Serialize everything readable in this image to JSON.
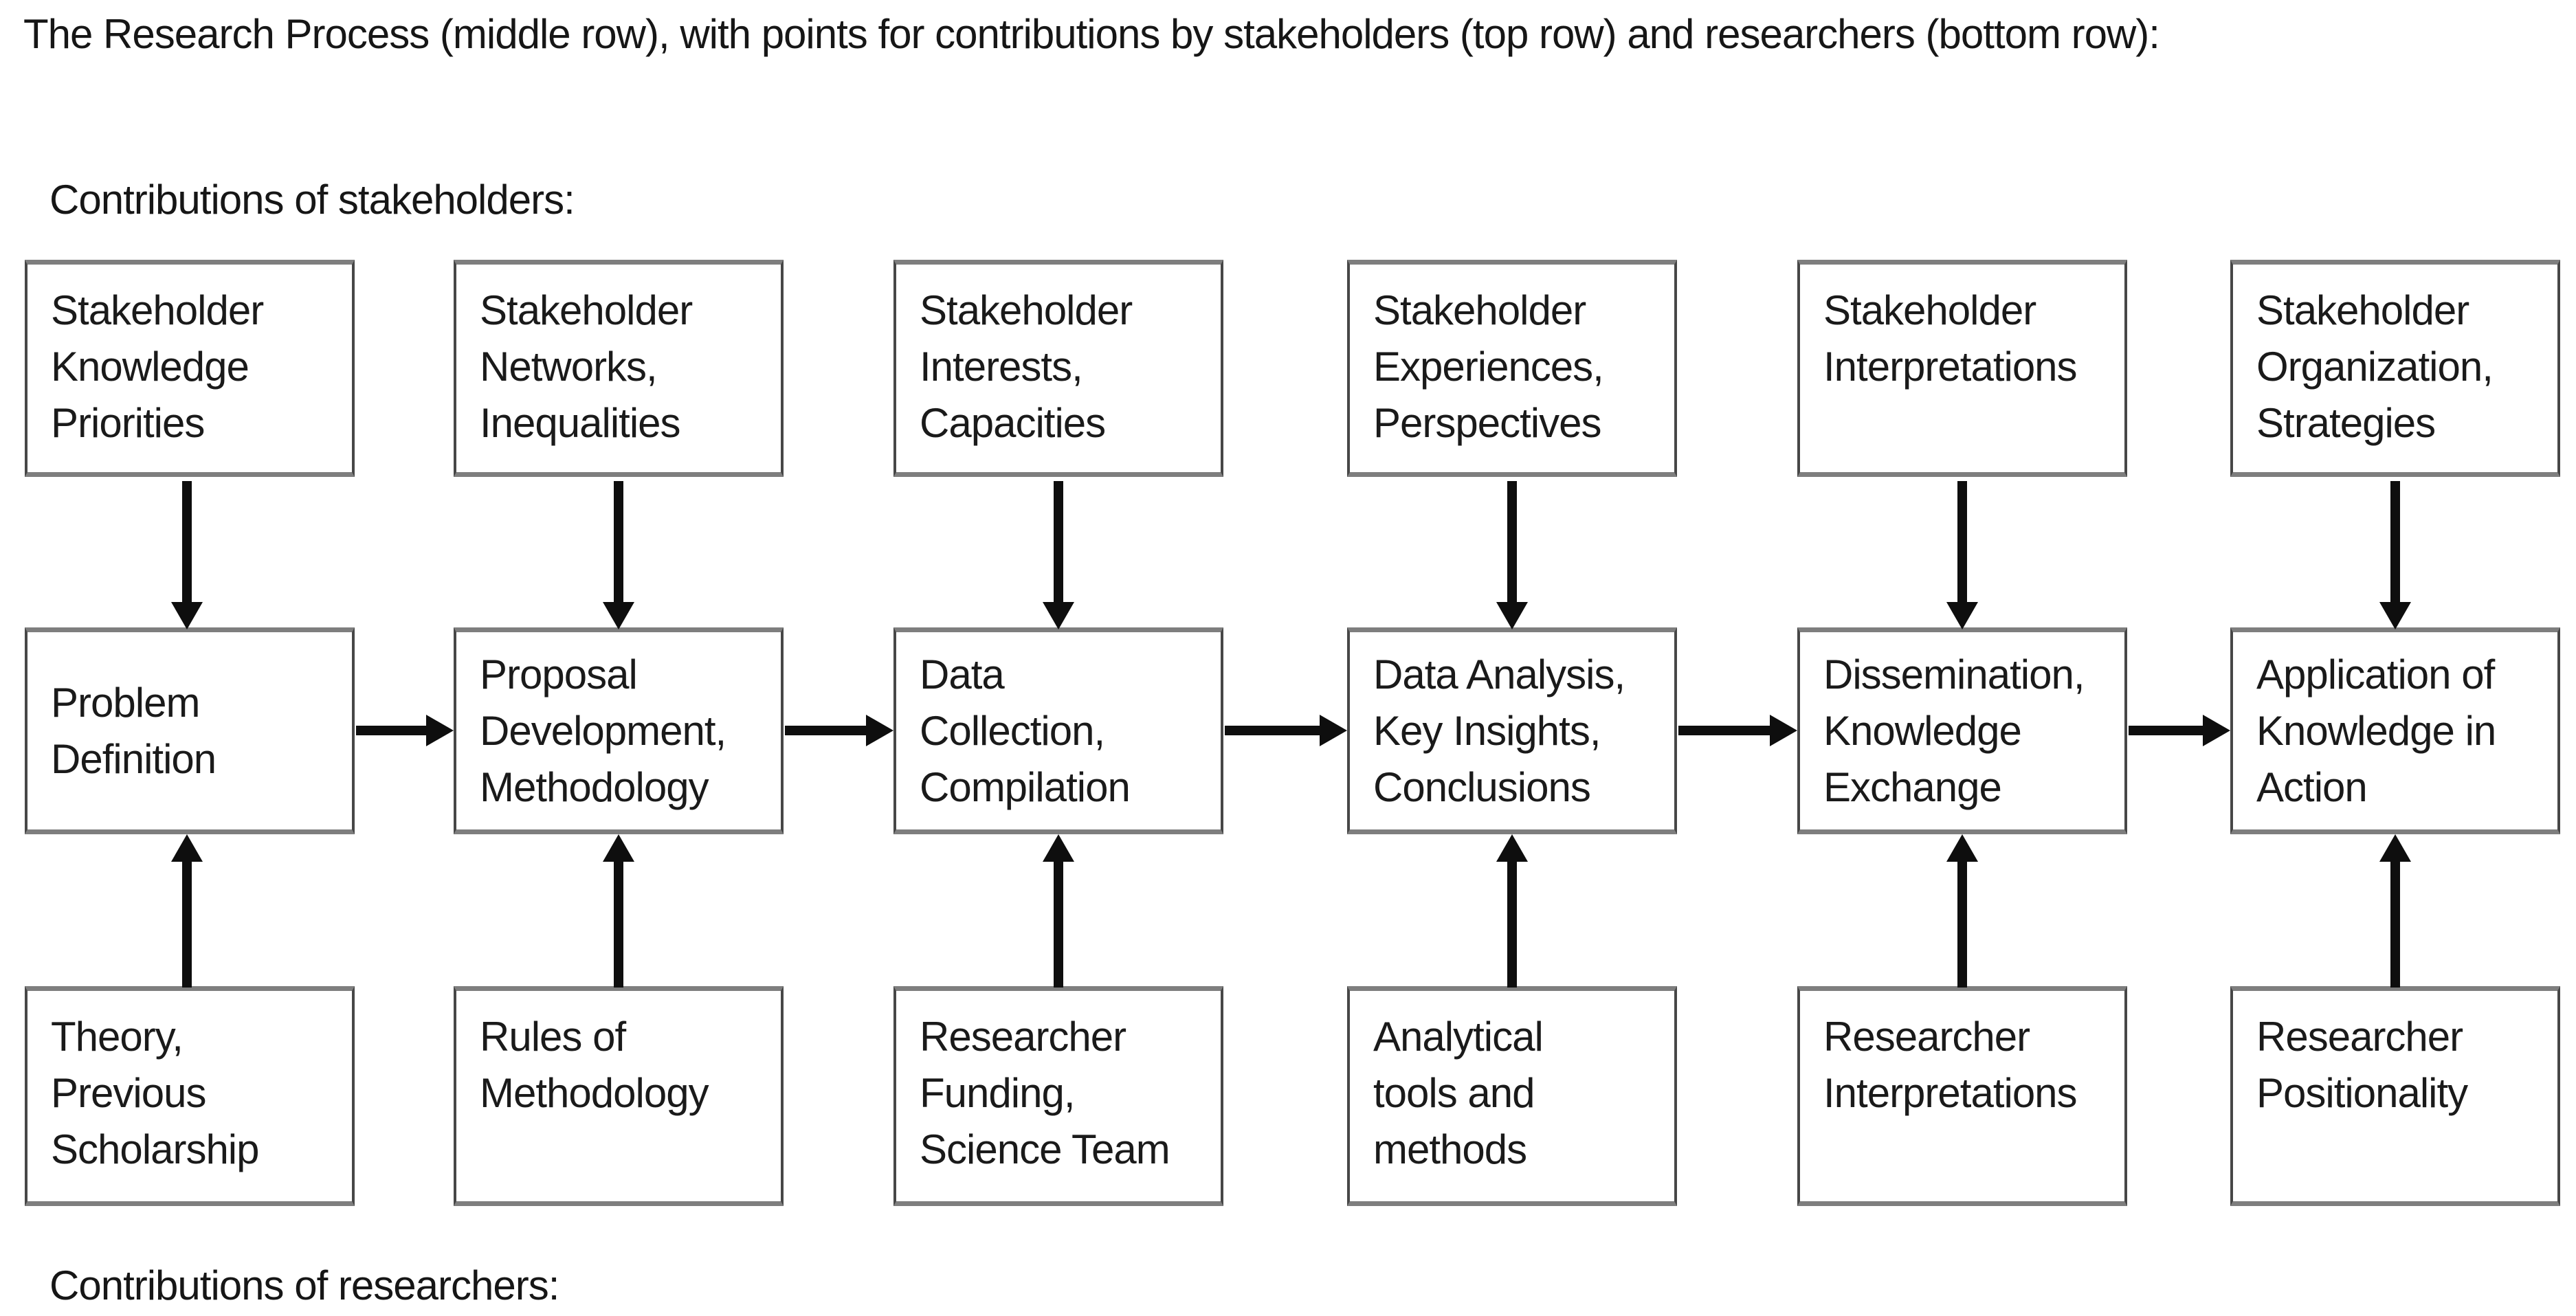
{
  "page_title": "The Research Process (middle row), with points for contributions by stakeholders (top row) and researchers (bottom row):",
  "section_labels": {
    "stakeholders": "Contributions of stakeholders:",
    "researchers": "Contributions of researchers:"
  },
  "colors": {
    "background": "#ffffff",
    "text": "#1a1a1a",
    "box_border": "#5a5a5a",
    "arrow": "#0e0e0e"
  },
  "diagram": {
    "type": "flow",
    "flow_description": "Stakeholder boxes point down into process steps; researcher boxes point up into process steps; process steps flow left to right.",
    "stakeholder_row": [
      "Stakeholder\nKnowledge\nPriorities",
      "Stakeholder\nNetworks,\nInequalities",
      "Stakeholder\nInterests,\nCapacities",
      "Stakeholder\nExperiences,\nPerspectives",
      "Stakeholder\nInterpretations",
      "Stakeholder\nOrganization,\nStrategies"
    ],
    "process_row": [
      "Problem\nDefinition",
      "Proposal\nDevelopment,\nMethodology",
      "Data\nCollection,\nCompilation",
      "Data Analysis,\nKey Insights,\nConclusions",
      "Dissemination,\nKnowledge\nExchange",
      "Application of\nKnowledge in\nAction"
    ],
    "researcher_row": [
      "Theory,\nPrevious\nScholarship",
      "Rules of\nMethodology",
      "Researcher\nFunding,\nScience Team",
      "Analytical\ntools and\nmethods",
      "Researcher\nInterpretations",
      "Researcher\nPositionality"
    ]
  }
}
